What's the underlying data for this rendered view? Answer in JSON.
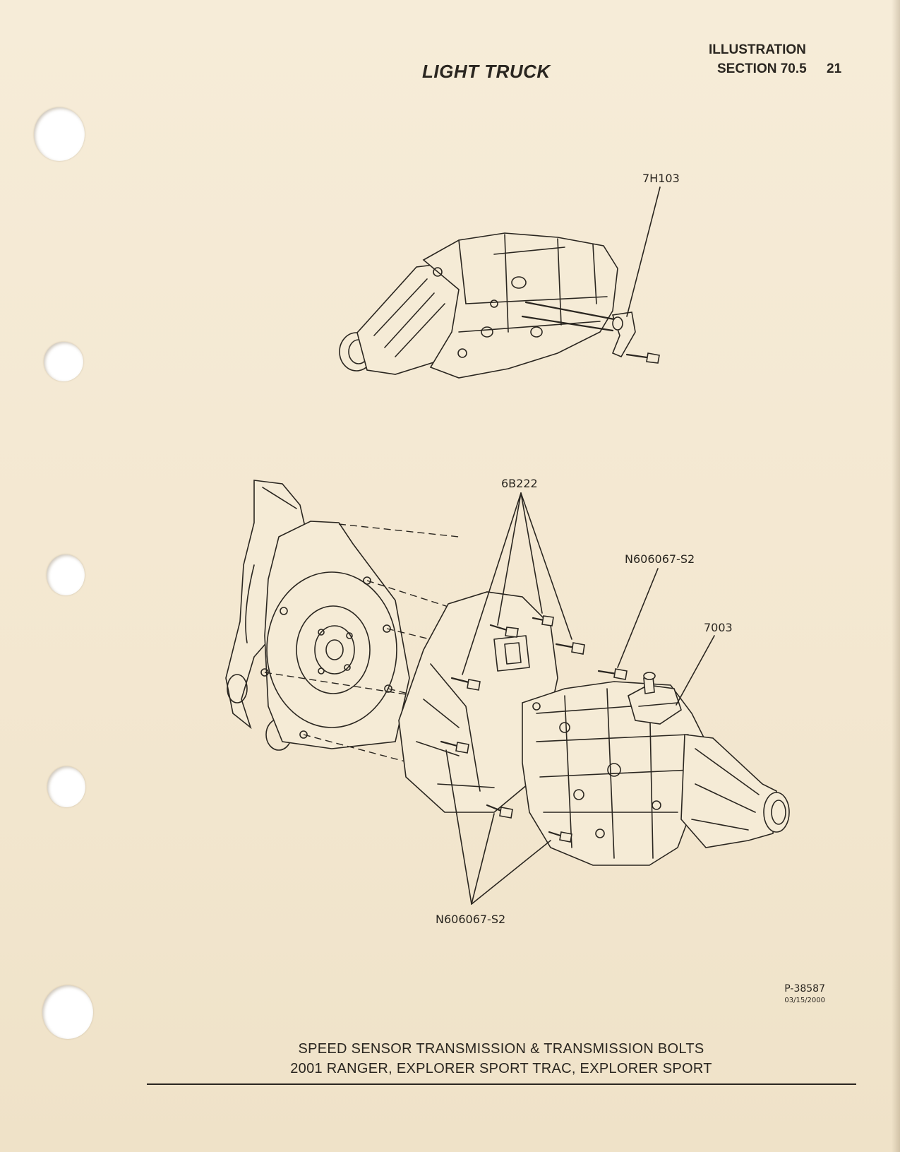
{
  "header": {
    "title": "LIGHT TRUCK",
    "illustration_label": "ILLUSTRATION",
    "section_label": "SECTION 70.5",
    "page_number": "21"
  },
  "callouts": {
    "speed_sensor": "7H103",
    "bolts_top": "6B222",
    "bolt_right": "N606067-S2",
    "transmission": "7003",
    "bolts_bottom": "N606067-S2"
  },
  "footer": {
    "part_number": "P-38587",
    "date": "03/15/2000",
    "caption_line1": "SPEED SENSOR TRANSMISSION & TRANSMISSION BOLTS",
    "caption_line2": "2001 RANGER, EXPLORER SPORT TRAC, EXPLORER SPORT"
  }
}
